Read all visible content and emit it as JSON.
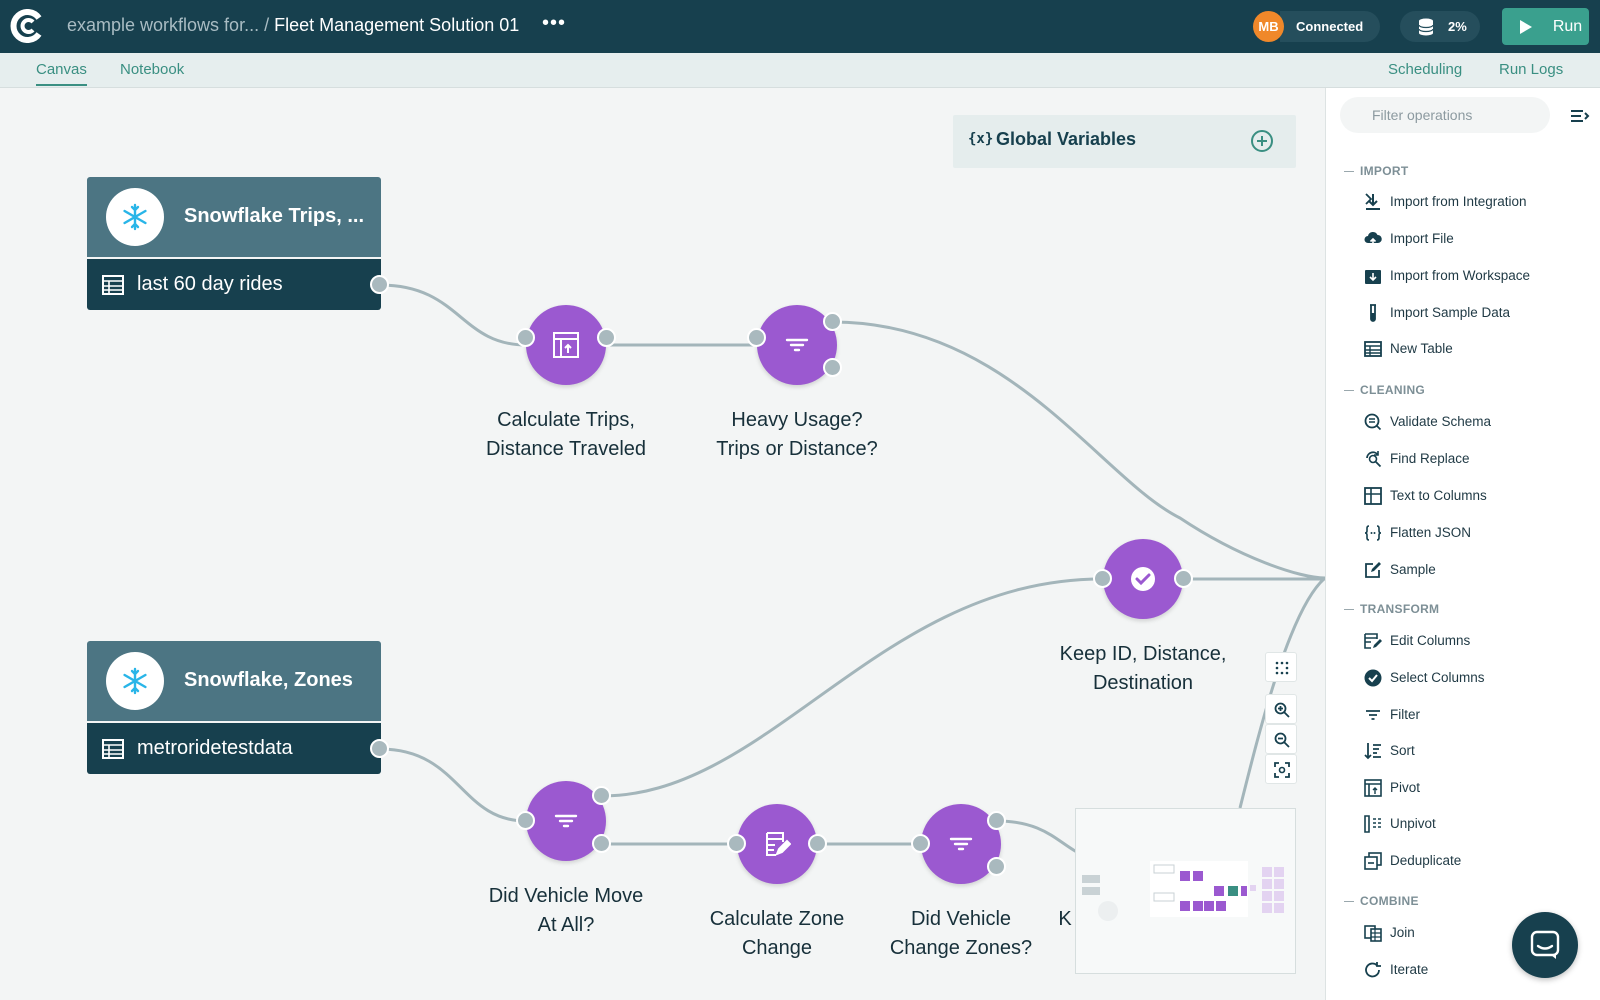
{
  "header": {
    "breadcrumb_parent": "example workflows for...",
    "breadcrumb_sep": " / ",
    "breadcrumb_current": "Fleet Management Solution 01",
    "more": "•••",
    "user_initials": "MB",
    "connection_status": "Connected",
    "usage": "2%",
    "run_label": "Run"
  },
  "tabs": {
    "canvas": "Canvas",
    "notebook": "Notebook",
    "scheduling": "Scheduling",
    "run_logs": "Run Logs"
  },
  "canvas": {
    "global_variables_symbol": "{x}",
    "global_variables": "Global Variables",
    "sources": [
      {
        "title": "Snowflake Trips, ...",
        "table": "last 60 day rides"
      },
      {
        "title": "Snowflake, Zones",
        "table": "metroridetestdata"
      }
    ],
    "nodes": [
      {
        "label1": "Calculate Trips,",
        "label2": "Distance Traveled",
        "icon": "pivot-icon"
      },
      {
        "label1": "Heavy Usage?",
        "label2": "Trips or Distance?",
        "icon": "filter-icon"
      },
      {
        "label1": "Keep ID, Distance,",
        "label2": "Destination",
        "icon": "select-columns-icon"
      },
      {
        "label1": "Did Vehicle Move",
        "label2": "At All?",
        "icon": "filter-icon"
      },
      {
        "label1": "Calculate Zone",
        "label2": "Change",
        "icon": "edit-columns-icon"
      },
      {
        "label1": "Did Vehicle",
        "label2": "Change Zones?",
        "icon": "filter-icon"
      },
      {
        "label1": "K",
        "label2": "",
        "icon": ""
      }
    ]
  },
  "panel": {
    "search_placeholder": "Filter operations",
    "sections": [
      {
        "title": "IMPORT",
        "items": [
          "Import from Integration",
          "Import File",
          "Import from Workspace",
          "Import Sample Data",
          "New Table"
        ]
      },
      {
        "title": "CLEANING",
        "items": [
          "Validate Schema",
          "Find Replace",
          "Text to Columns",
          "Flatten JSON",
          "Sample"
        ]
      },
      {
        "title": "TRANSFORM",
        "items": [
          "Edit Columns",
          "Select Columns",
          "Filter",
          "Sort",
          "Pivot",
          "Unpivot",
          "Deduplicate"
        ]
      },
      {
        "title": "COMBINE",
        "items": [
          "Join",
          "Iterate"
        ]
      }
    ]
  },
  "colors": {
    "header": "#17404e",
    "node": "#9b59d0",
    "accent": "#3a8f82",
    "run": "#3aa08e",
    "avatar": "#f0882a"
  }
}
